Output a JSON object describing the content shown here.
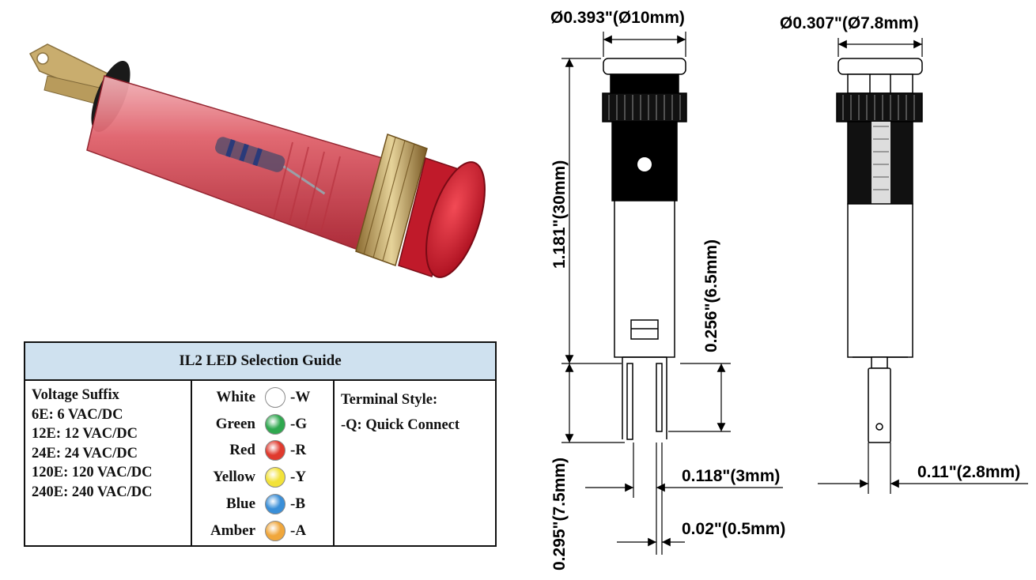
{
  "guide": {
    "title": "IL2 LED Selection Guide",
    "voltage_header": "Voltage Suffix",
    "voltages": [
      "6E: 6 VAC/DC",
      "12E: 12 VAC/DC",
      "24E: 24 VAC/DC",
      "120E: 120 VAC/DC",
      "240E: 240 VAC/DC"
    ],
    "colors": [
      {
        "name": "White",
        "suffix": "-W",
        "hex": "#ffffff"
      },
      {
        "name": "Green",
        "suffix": "-G",
        "hex": "#2fa84f"
      },
      {
        "name": "Red",
        "suffix": "-R",
        "hex": "#e03a2e"
      },
      {
        "name": "Yellow",
        "suffix": "-Y",
        "hex": "#f2e23a"
      },
      {
        "name": "Blue",
        "suffix": "-B",
        "hex": "#3a8fd8"
      },
      {
        "name": "Amber",
        "suffix": "-A",
        "hex": "#f0a73c"
      }
    ],
    "terminal_header": "Terminal Style:",
    "terminal_option": "-Q: Quick Connect"
  },
  "dimensions": {
    "front_diameter": "Ø0.393\"(Ø10mm)",
    "side_diameter": "Ø0.307\"(Ø7.8mm)",
    "overall_length": "1.181\"(30mm)",
    "terminal_length": "0.256\"(6.5mm)",
    "pin_length": "0.295\"(7.5mm)",
    "pin_spacing": "0.118\"(3mm)",
    "pin_thickness": "0.02\"(0.5mm)",
    "terminal_width": "0.11\"(2.8mm)"
  },
  "colors": {
    "lens_red": "#c8102e",
    "body_red": "#d8454f",
    "brass": "#b8975a",
    "header_blue": "#cfe1ef"
  }
}
